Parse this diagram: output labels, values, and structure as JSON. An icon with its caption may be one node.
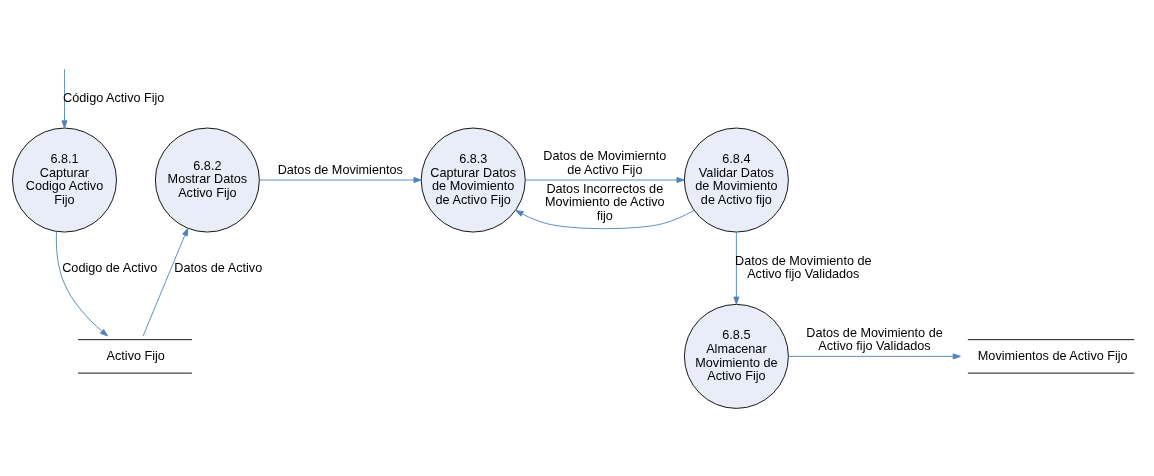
{
  "diagram": {
    "nodes": [
      {
        "text": [
          "6.8.1",
          "Capturar Codigo Activo Fijo"
        ]
      },
      {
        "text": [
          "6.8.2",
          "Mostrar Datos Activo Fijo"
        ]
      },
      {
        "text": [
          "6.8.3",
          "Capturar Datos de Movimiento de Activo Fijo"
        ]
      },
      {
        "text": [
          "6.8.4",
          "Validar Datos de Movimiento de Activo fijo"
        ]
      },
      {
        "text": [
          "6.8.5",
          "Almacenar Movimiento de Activo Fijo"
        ]
      },
      {
        "text": [
          "Activo Fijo"
        ]
      },
      {
        "text": [
          "Movimientos de Activo Fijo"
        ]
      }
    ],
    "edges": [
      {
        "from": null,
        "to": 0,
        "arrow": "to",
        "label": "Código Activo Fijo"
      },
      {
        "from": 0,
        "to": 5,
        "arrow": "to",
        "label": "Codigo de Activo"
      },
      {
        "from": 5,
        "to": 1,
        "arrow": "to",
        "label": "Datos de Activo"
      },
      {
        "from": 1,
        "to": 2,
        "arrow": "to",
        "label": "Datos de Movimientos"
      },
      {
        "from": 2,
        "to": 3,
        "arrow": "to",
        "label": "Datos de Movimiernto de Activo Fijo"
      },
      {
        "from": 3,
        "to": 2,
        "arrow": "to",
        "label": "Datos Incorrectos de Movimiento de Activo fijo"
      },
      {
        "from": 3,
        "to": 4,
        "arrow": "to",
        "label": "Datos de Movimiento de Activo fijo Validados"
      },
      {
        "from": 4,
        "to": 6,
        "arrow": "to",
        "label": "Datos de Movimiento de Activo fijo Validados"
      }
    ]
  }
}
